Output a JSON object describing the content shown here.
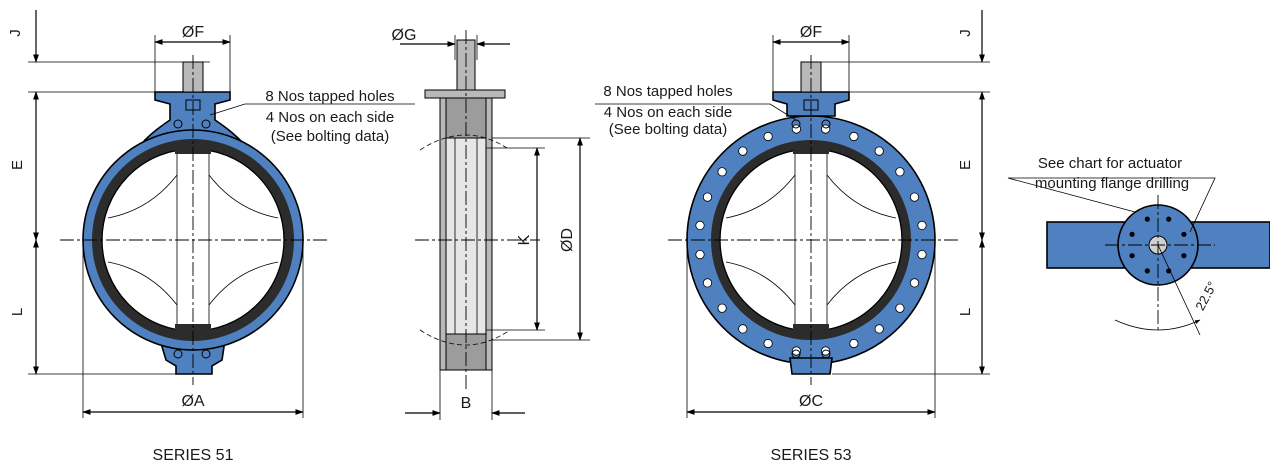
{
  "colors": {
    "body_blue": "#4f80c0",
    "liner": "#2c2c2c",
    "stem": "#b9b9b9",
    "line": "#000000"
  },
  "dimensions": {
    "F": "ØF",
    "G": "ØG",
    "J": "J",
    "E": "E",
    "L": "L",
    "A": "ØA",
    "B": "B",
    "K": "K",
    "D": "ØD",
    "C": "ØC"
  },
  "note_series51": {
    "line1": "8 Nos tapped holes",
    "line2": "4 Nos on each side",
    "line3": "(See bolting data)"
  },
  "note_series53": {
    "line1": "8 Nos tapped holes",
    "line2": "4 Nos on each side",
    "line3": "(See bolting data)"
  },
  "actuator_note": {
    "line1": "See chart for actuator",
    "line2": "mounting flange drilling",
    "angle": "22.5°"
  },
  "captions": {
    "series51": "SERIES 51",
    "series53": "SERIES 53"
  }
}
